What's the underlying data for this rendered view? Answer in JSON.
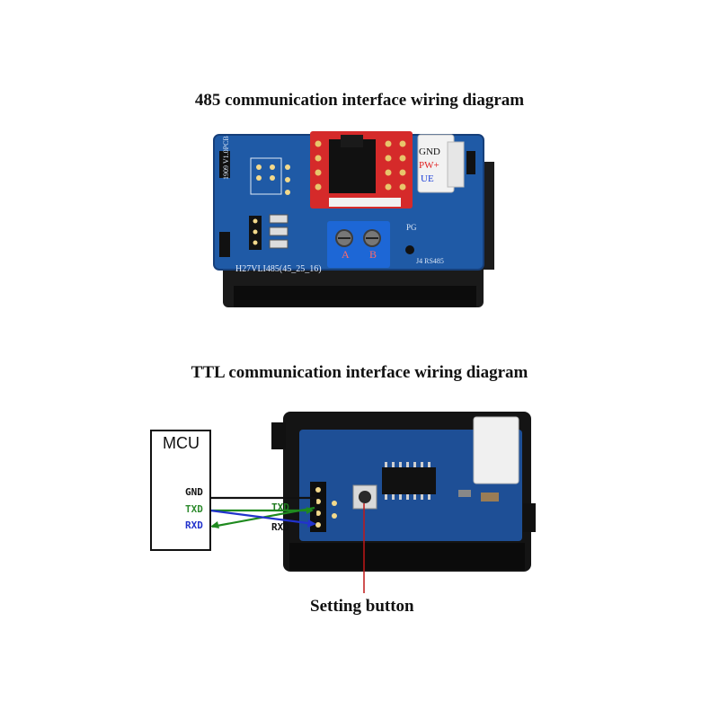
{
  "titles": {
    "rs485": "485 communication interface wiring diagram",
    "ttl": "TTL communication interface wiring diagram"
  },
  "rs485_board": {
    "terminal_labels": [
      "A",
      "B"
    ],
    "connector_labels": [
      "GND",
      "PW+",
      "UE"
    ],
    "silkscreen": [
      "H27VLI485(45_25_16)",
      "1909 V1.0PCB",
      "J4 RS485",
      "PG"
    ]
  },
  "ttl_diagram": {
    "mcu_label": "MCU",
    "mcu_pins": [
      "GND",
      "TXD",
      "RXD"
    ],
    "board_pins": [
      "TXD",
      "RXD"
    ],
    "wire_colors": {
      "gnd": "#111111",
      "tx": "#2e9e2e",
      "rx": "#2233cc"
    },
    "callout": "Setting button"
  }
}
